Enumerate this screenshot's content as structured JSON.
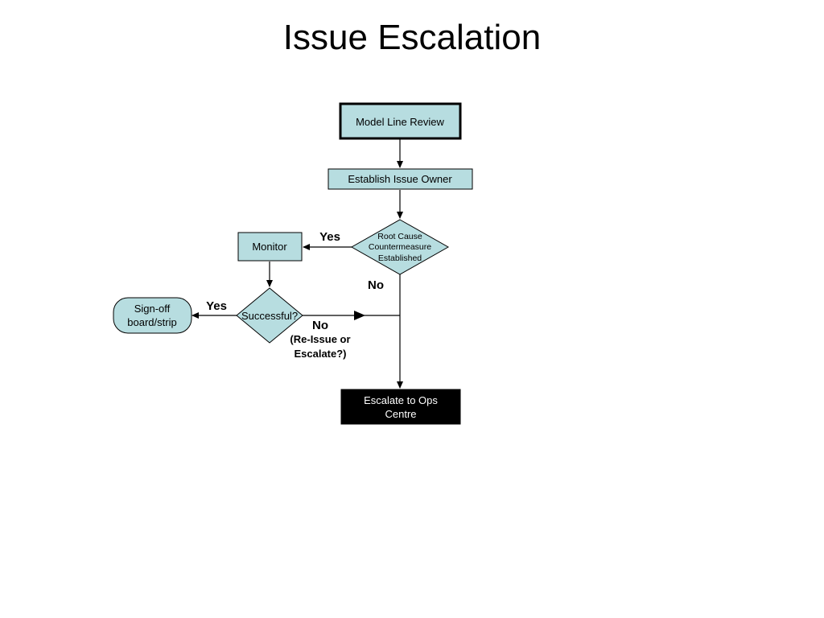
{
  "title": "Issue Escalation",
  "colors": {
    "node_fill": "#b7dde0",
    "node_stroke": "#000000",
    "terminal_fill": "#000000",
    "terminal_text": "#ffffff",
    "edge": "#000000"
  },
  "nodes": {
    "model_line_review": "Model Line Review",
    "establish_issue_owner": "Establish Issue Owner",
    "root_cause": {
      "line1": "Root Cause",
      "line2": "Countermeasure",
      "line3": "Established"
    },
    "monitor": "Monitor",
    "successful": "Successful?",
    "sign_off": {
      "line1": "Sign-off",
      "line2": "board/strip"
    },
    "escalate": {
      "line1": "Escalate to Ops",
      "line2": "Centre"
    }
  },
  "edge_labels": {
    "root_yes": "Yes",
    "root_no": "No",
    "successful_yes": "Yes",
    "successful_no": "No",
    "successful_no_note_line1": "(Re-Issue or",
    "successful_no_note_line2": "Escalate?)"
  }
}
